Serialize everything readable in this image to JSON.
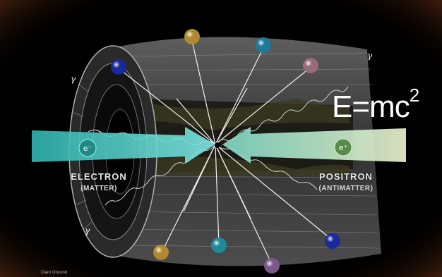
{
  "labels": {
    "electron": "ELECTRON",
    "electron_sub": "(MATTER)",
    "positron": "POSITRON",
    "positron_sub": "(ANTIMATTER)",
    "formula_base": "E=mc",
    "formula_exp": "2",
    "gamma": "γ",
    "electron_symbol": "e⁻",
    "positron_symbol": "e⁺",
    "credit": "Claro Oncond"
  },
  "colors": {
    "background": "#000000",
    "border_tint": "#5a2a10",
    "electron_beam": "#3ec9c0",
    "positron_beam": "#cfe8b0",
    "detector": "#8a8a8a"
  }
}
